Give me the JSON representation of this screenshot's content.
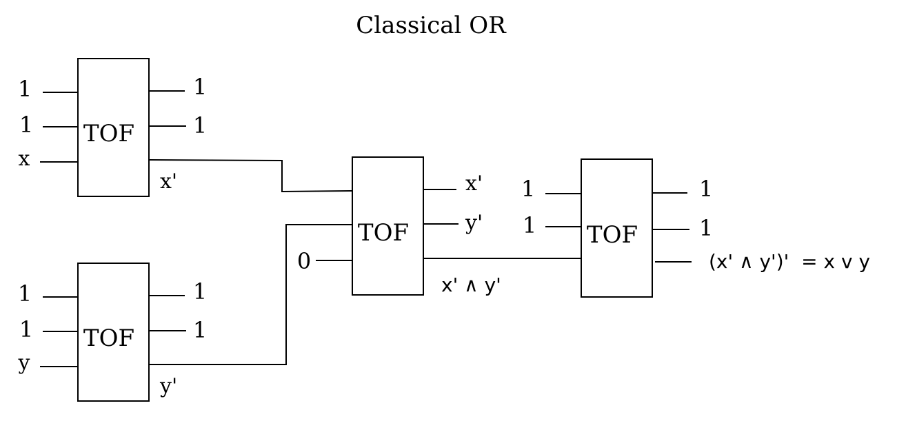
{
  "title": "Classical OR",
  "gate_label": "TOF",
  "gate1": {
    "inputs": [
      "1",
      "1",
      "x"
    ],
    "outputs": [
      "1",
      "1"
    ],
    "output_label": "x'"
  },
  "gate2": {
    "inputs": [
      "1",
      "1",
      "y"
    ],
    "outputs": [
      "1",
      "1"
    ],
    "output_label": "y'"
  },
  "gate3": {
    "input_const": "0",
    "outputs": [
      "x'",
      "y'"
    ],
    "output_label": "x' ∧ y'"
  },
  "gate4": {
    "inputs": [
      "1",
      "1"
    ],
    "outputs": [
      "1",
      "1"
    ],
    "result": "(x' ∧ y')'  = x v y"
  }
}
